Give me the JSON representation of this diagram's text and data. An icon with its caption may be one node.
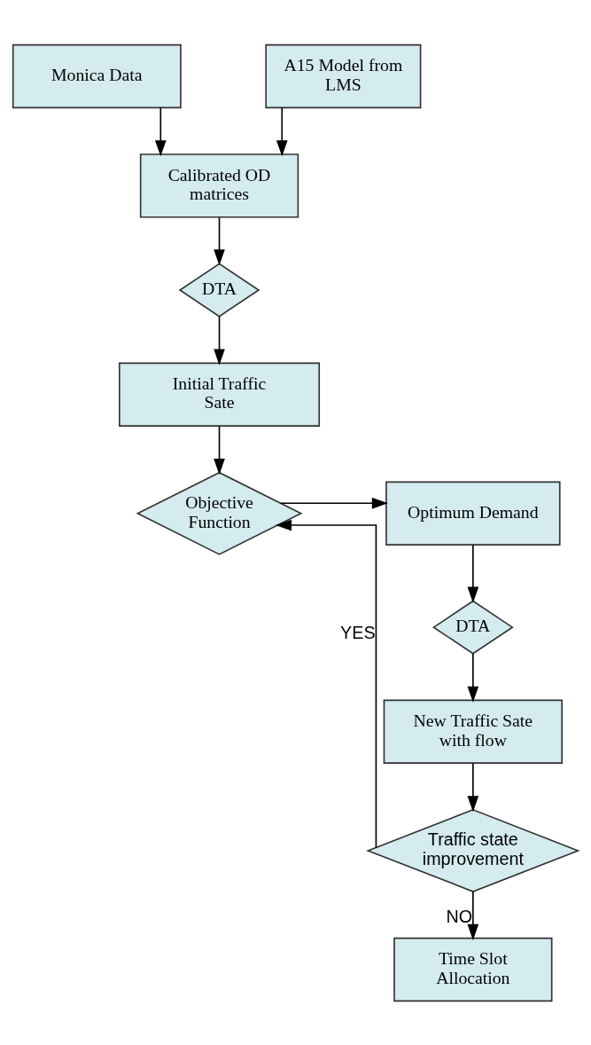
{
  "diagram": {
    "nodes": [
      {
        "text": [
          "Monica Data"
        ]
      },
      {
        "text": [
          "A15 Model from LMS"
        ]
      },
      {
        "text": [
          "Calibrated OD matrices"
        ]
      },
      {
        "text": [
          "DTA"
        ]
      },
      {
        "text": [
          "Initial Traffic Sate"
        ]
      },
      {
        "text": [
          "Objective Function"
        ]
      },
      {
        "text": [
          "Optimum Demand"
        ]
      },
      {
        "text": [
          "DTA"
        ]
      },
      {
        "text": [
          "New Traffic Sate with flow"
        ]
      },
      {
        "text": [
          "Traffic state improvement"
        ]
      },
      {
        "text": [
          "Time Slot Allocation"
        ]
      }
    ],
    "edges": [
      {
        "from": 0,
        "to": 2,
        "arrow": "to"
      },
      {
        "from": 1,
        "to": 2,
        "arrow": "to"
      },
      {
        "from": 2,
        "to": 3,
        "arrow": "to"
      },
      {
        "from": 3,
        "to": 4,
        "arrow": "to"
      },
      {
        "from": 4,
        "to": 5,
        "arrow": "to"
      },
      {
        "from": 5,
        "to": 6,
        "arrow": "to"
      },
      {
        "from": 6,
        "to": 7,
        "arrow": "to"
      },
      {
        "from": 7,
        "to": 8,
        "arrow": "to"
      },
      {
        "from": 8,
        "to": 9,
        "arrow": "to"
      },
      {
        "from": 9,
        "to": 5,
        "label": "YES",
        "arrow": "to"
      },
      {
        "from": 9,
        "to": 10,
        "label": "NO",
        "arrow": "to"
      }
    ]
  }
}
